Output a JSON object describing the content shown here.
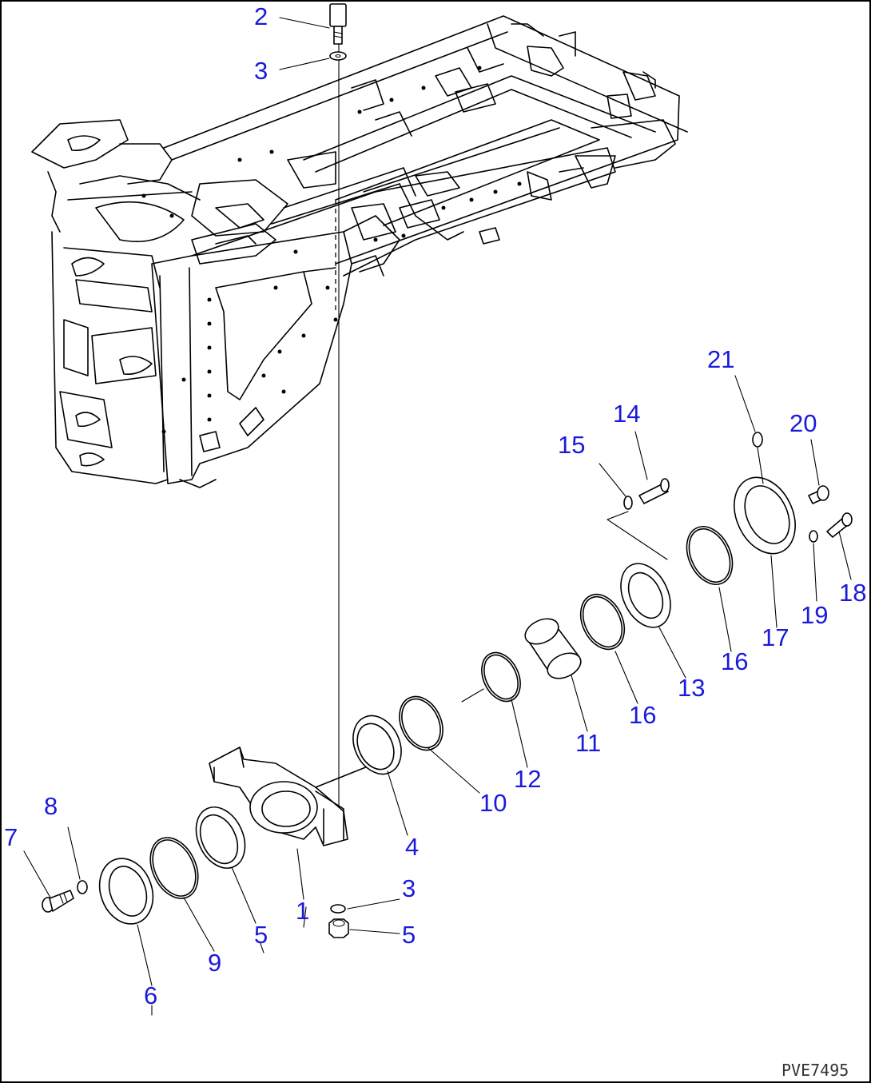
{
  "callouts": [
    "1",
    "2",
    "3",
    "3",
    "4",
    "5",
    "5",
    "6",
    "7",
    "8",
    "9",
    "10",
    "11",
    "12",
    "13",
    "14",
    "15",
    "16",
    "16",
    "17",
    "18",
    "19",
    "20",
    "21"
  ],
  "drawing_code": "PVE7495",
  "colors": {
    "callout": "#1a1adc",
    "line": "#000000",
    "background": "#ffffff"
  }
}
